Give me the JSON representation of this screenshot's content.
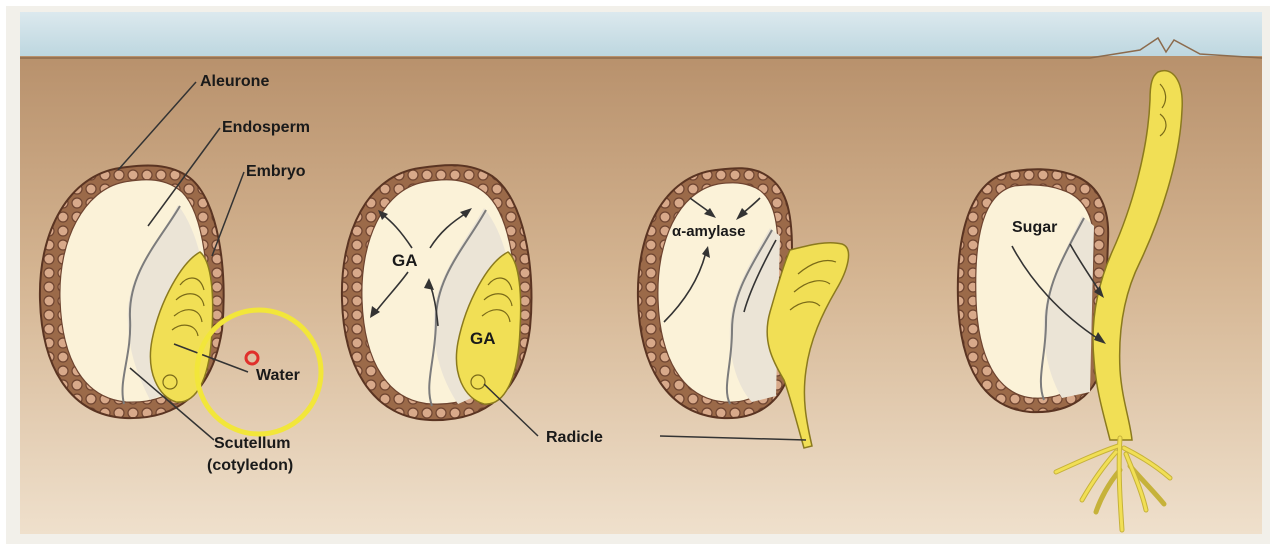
{
  "labels": {
    "aleurone": "Aleurone",
    "endosperm": "Endosperm",
    "embryo": "Embryo",
    "water": "Water",
    "scutellum": "Scutellum",
    "cotyledon": "(cotyledon)",
    "ga_endosperm": "GA",
    "ga_embryo": "GA",
    "radicle": "Radicle",
    "alpha_amylase": "α-amylase",
    "sugar": "Sugar"
  },
  "colors": {
    "sky": "#cfe3ea",
    "soil_top": "#c29a73",
    "soil_bottom": "#ead8c3",
    "seed_coat": "#8a5a3c",
    "endosperm": "#fbf2d8",
    "embryo": "#f1df55",
    "highlight_ring": "#f2e63a",
    "pointer_dot": "#e0302b"
  }
}
